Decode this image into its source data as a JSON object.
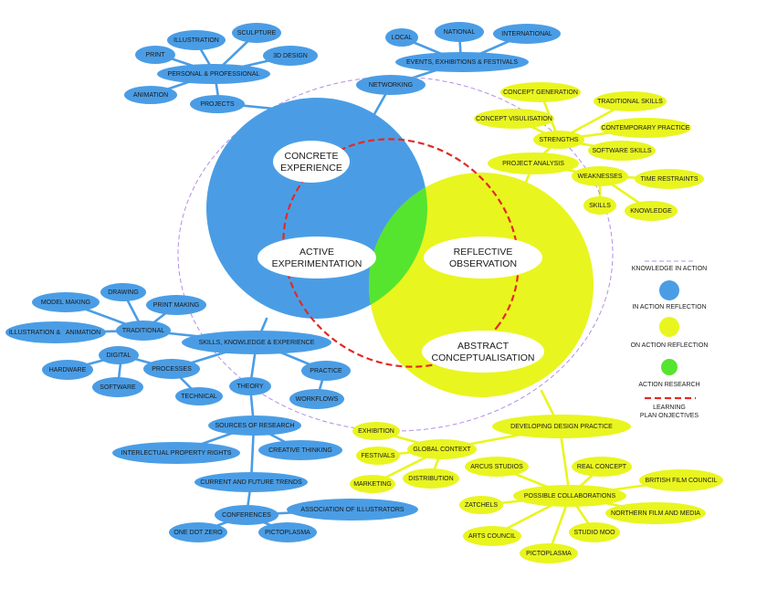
{
  "colors": {
    "blue": "#4a9de5",
    "yellow": "#e9f51f",
    "green": "#55e52f",
    "red_dash": "#e12b25",
    "purple_dash": "#b38fe6",
    "line_blue": "#4a9de5",
    "line_yellow": "#e9f51f"
  },
  "center": {
    "concrete": [
      "CONCRETE",
      "EXPERIENCE"
    ],
    "active": [
      "ACTIVE",
      "EXPERIMENTATION"
    ],
    "reflective": [
      "REFLECTIVE",
      "OBSERVATION"
    ],
    "abstract": [
      "ABSTRACT",
      "CONCEPTUALISATION"
    ]
  },
  "blue_nodes": {
    "projects": "PROJECTS",
    "personal": "PERSONAL & PROFESSIONAL",
    "print": "PRINT",
    "illustration": "ILLUSTRATION",
    "sculpture": "SCULPTURE",
    "design3d": "3D DESIGN",
    "animation": "ANIMATION",
    "networking": "NETWORKING",
    "events": "EVENTS, EXHIBITIONS  & FESTIVALS",
    "local": "LOCAL",
    "national": "NATIONAL",
    "international": "INTERNATIONAL",
    "skills": "SKILLS, KNOWLEDGE & EXPERIENCE",
    "traditional": "TRADITIONAL",
    "drawing": "DRAWING",
    "model_making": "MODEL MAKING",
    "print_making": "PRINT MAKING",
    "illus_anim_a": "ILLUSTRATION &",
    "illus_anim_b": "ANIMATION",
    "digital": "DIGITAL",
    "hardware": "HARDWARE",
    "software": "SOFTWARE",
    "processes": "PROCESSES",
    "technical": "TECHNICAL",
    "practice": "PRACTICE",
    "workflows": "WORKFLOWS",
    "theory": "THEORY",
    "sources": "SOURCES OF RESEARCH",
    "ip": "INTERLECTUAL PROPERTY RIGHTS",
    "creative": "CREATIVE THINKING",
    "trends": "CURRENT AND FUTURE TRENDS",
    "conferences": "CONFERENCES",
    "aoi": "ASSOCIATION OF ILLUSTRATORS",
    "onedot": "ONE DOT ZERO",
    "pictoplasma_b": "PICTOPLASMA"
  },
  "yellow_nodes": {
    "project_analysis": "PROJECT ANALYSIS",
    "strengths": "STRENGTHS",
    "concept_gen": "CONCEPT GENERATION",
    "concept_vis": "CONCEPT VISULISATION",
    "trad_skills": "TRADITIONAL SKILLS",
    "contemporary": "CONTEMPORARY PRACTICE",
    "software_skills": "SOFTWARE SKILLS",
    "weaknesses": "WEAKNESSES",
    "time": "TIME RESTRAINTS",
    "skills_w": "SKILLS",
    "knowledge": "KNOWLEDGE",
    "developing": "DEVELOPING DESIGN PRACTICE",
    "global": "GLOBAL CONTEXT",
    "exhibition": "EXHIBITION",
    "festivals": "FESTIVALS",
    "marketing": "MARKETING",
    "distribution": "DISTRIBUTION",
    "collab": "POSSIBLE COLLABORATIONS",
    "arcus": "ARCUS STUDIOS",
    "real": "REAL CONCEPT",
    "bfc": "BRITISH FILM COUNCIL",
    "zatchels": "ZATCHELS",
    "northern": "NORTHERN FILM AND MEDIA",
    "arts": "ARTS COUNCIL",
    "moo": "STUDIO MOO",
    "pictoplasma_y": "PICTOPLASMA"
  },
  "legend": {
    "knowledge_in_action": "KNOWLEDGE IN ACTION",
    "in_action": "IN ACTION REFLECTION",
    "on_action": "ON ACTION REFLECTION",
    "action_research": "ACTION RESEARCH",
    "learning_a": "LEARNING",
    "learning_b": "PLAN ONJECTIVES"
  }
}
